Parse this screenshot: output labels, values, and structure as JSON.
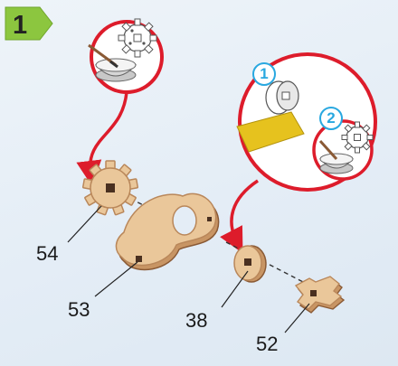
{
  "step": {
    "number": "1",
    "badge_color": "#8cc63f"
  },
  "callouts": [
    {
      "number": "1"
    },
    {
      "number": "2"
    }
  ],
  "parts": [
    {
      "label": "54"
    },
    {
      "label": "53"
    },
    {
      "label": "38"
    },
    {
      "label": "52"
    }
  ],
  "colors": {
    "wood": "#eac79a",
    "wood_edge": "#b9875a",
    "wood_dark": "#8a5a35",
    "arrow_red": "#dd1c2b",
    "callout_blue": "#29a8e0",
    "tape_yellow": "#e6c21e"
  }
}
